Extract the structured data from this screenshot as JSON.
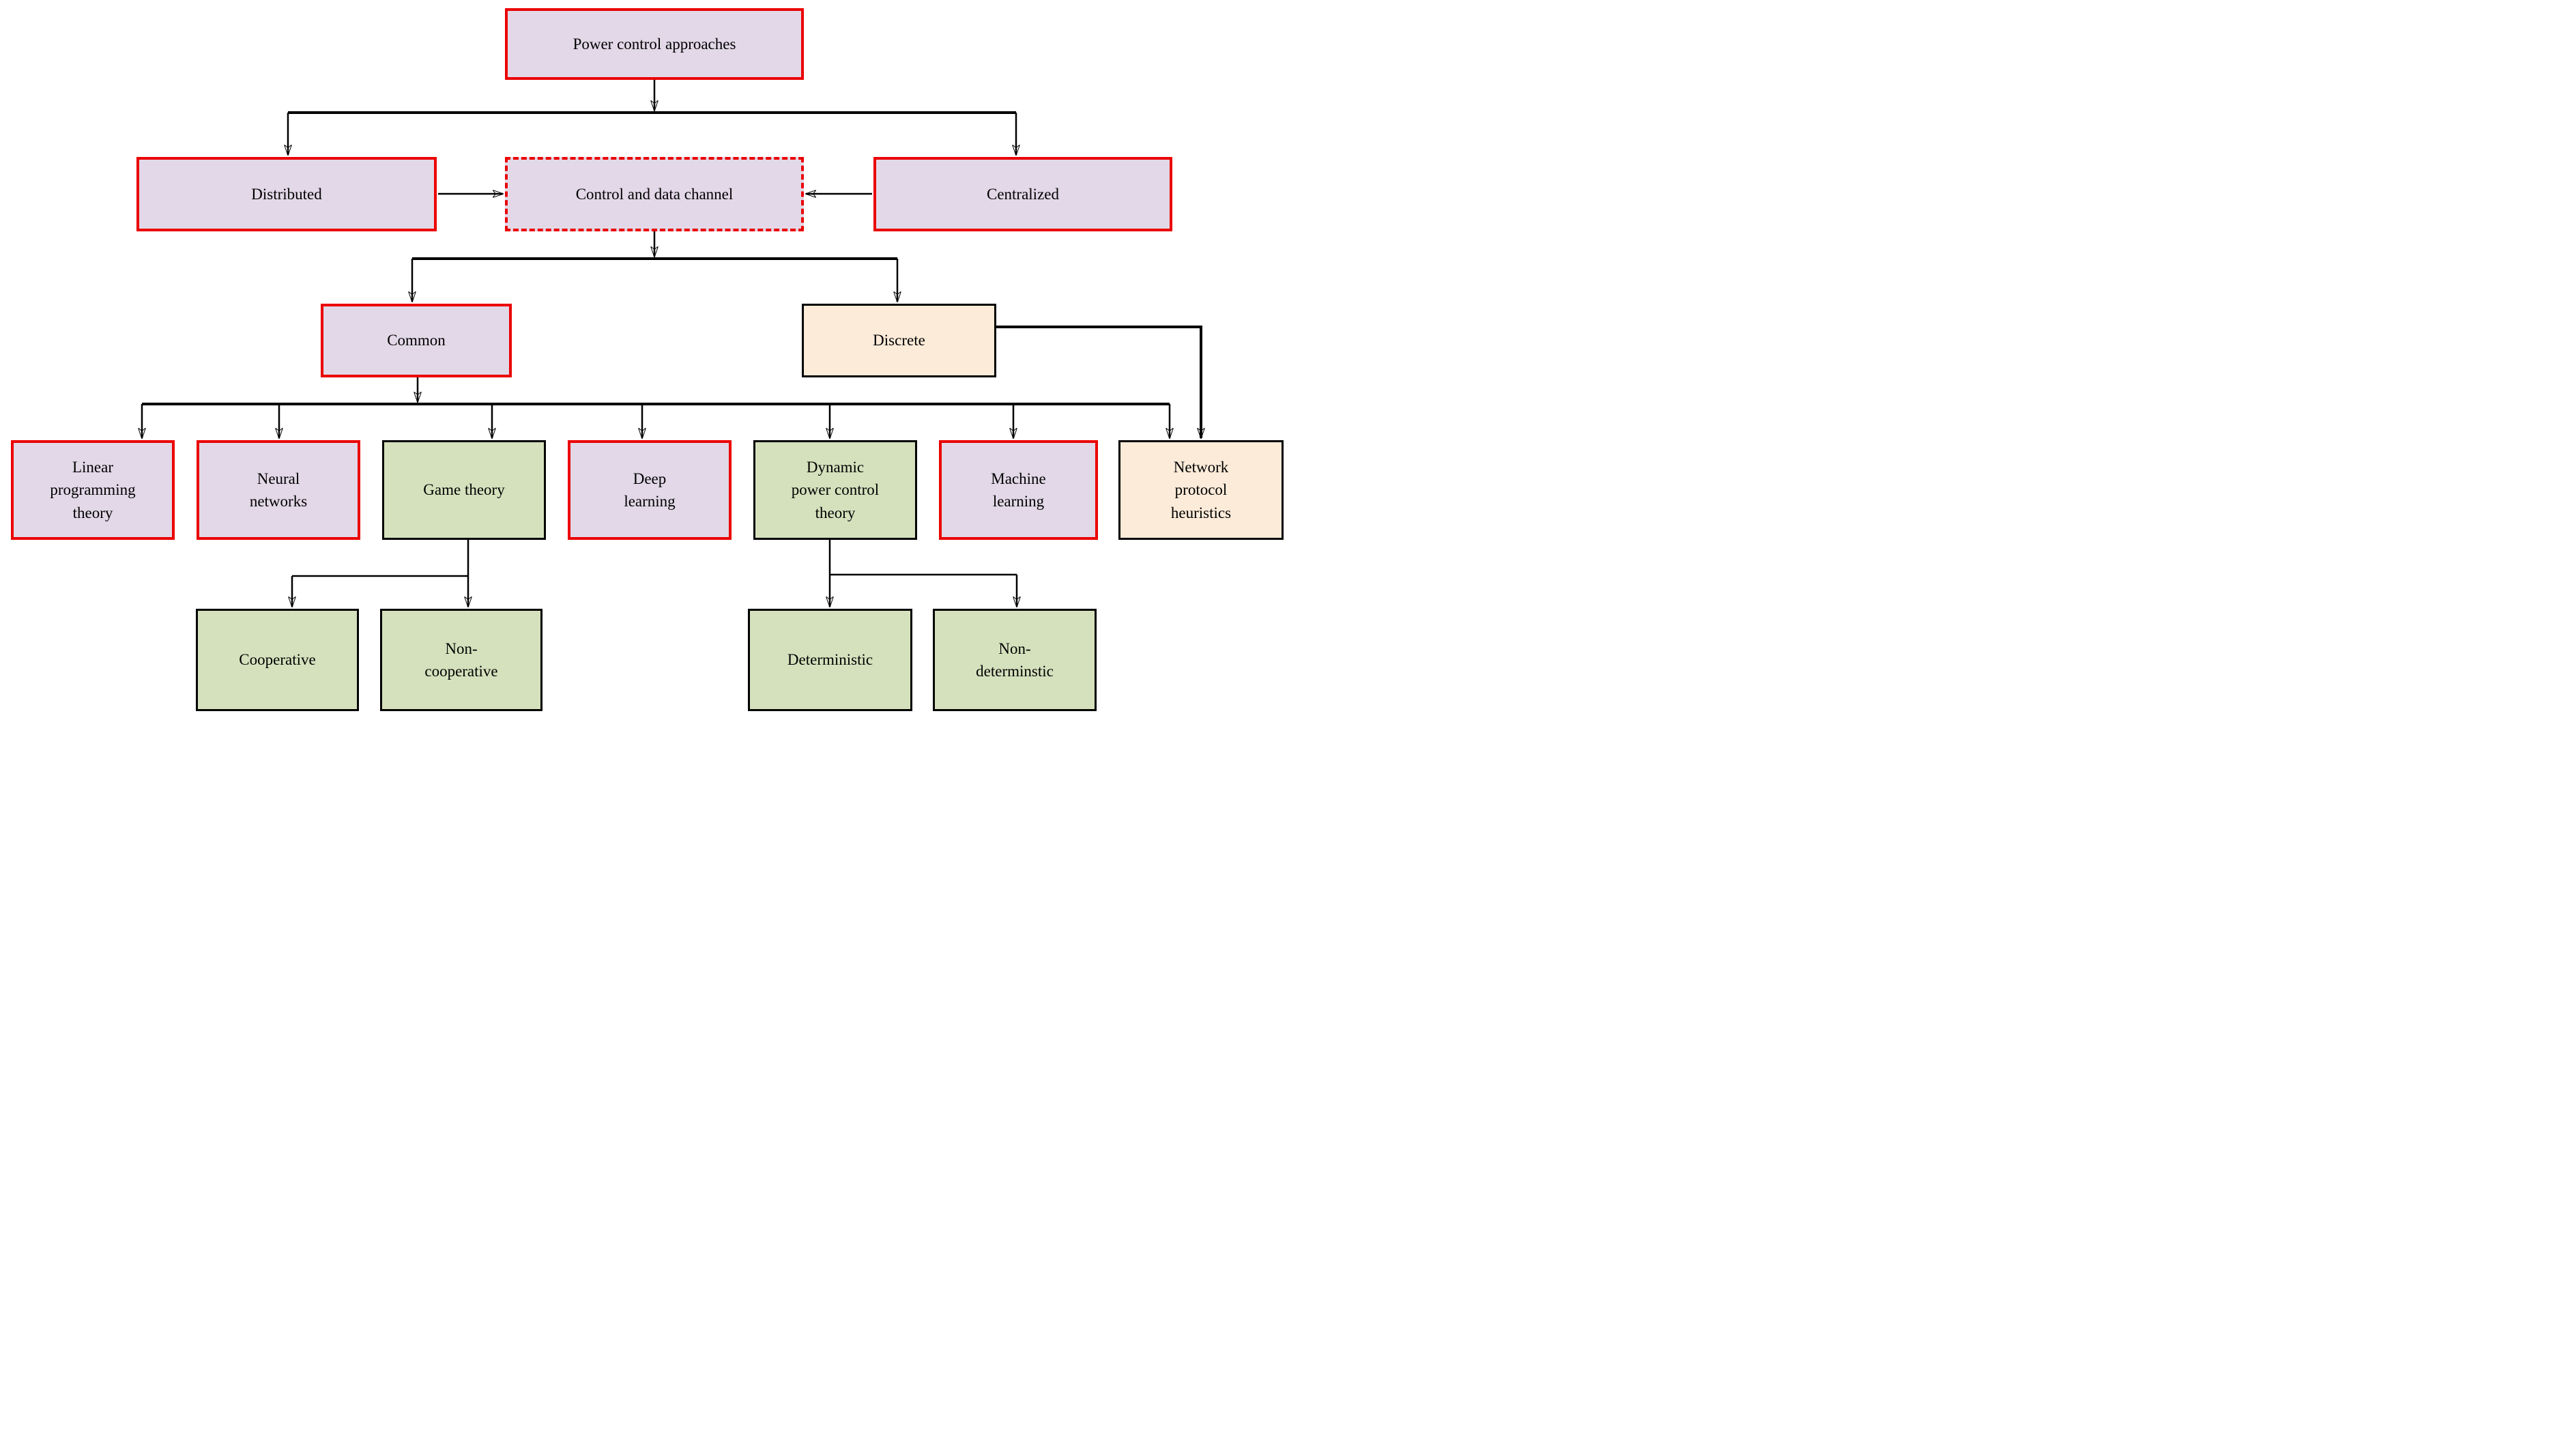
{
  "diagram": {
    "title": "Power control approaches",
    "colors": {
      "box_lavender": "#E2D8E7",
      "box_green": "#D5E1BD",
      "box_peach": "#FCEBD9",
      "border_red": "#EB0000",
      "border_black": "#000000",
      "connector": "#000000",
      "background": "#FFFFFF"
    },
    "nodes": {
      "root": {
        "label": "Power control approaches"
      },
      "distributed": {
        "label": "Distributed"
      },
      "control_channel": {
        "label": "Control and data channel"
      },
      "centralized": {
        "label": "Centralized"
      },
      "common": {
        "label": "Common"
      },
      "discrete": {
        "label": "Discrete"
      },
      "linear_programming": {
        "label": "Linear\nprogramming\ntheory"
      },
      "neural_networks": {
        "label": "Neural\nnetworks"
      },
      "game_theory": {
        "label": "Game theory"
      },
      "deep_learning": {
        "label": "Deep\nlearning"
      },
      "dynamic_power": {
        "label": "Dynamic\npower control\ntheory"
      },
      "machine_learning": {
        "label": "Machine\nlearning"
      },
      "network_protocol": {
        "label": "Network\nprotocol\nheuristics"
      },
      "cooperative": {
        "label": "Cooperative"
      },
      "non_cooperative": {
        "label": "Non-\ncooperative"
      },
      "deterministic": {
        "label": "Deterministic"
      },
      "non_deterministic": {
        "label": "Non-\ndeterminstic"
      }
    }
  }
}
